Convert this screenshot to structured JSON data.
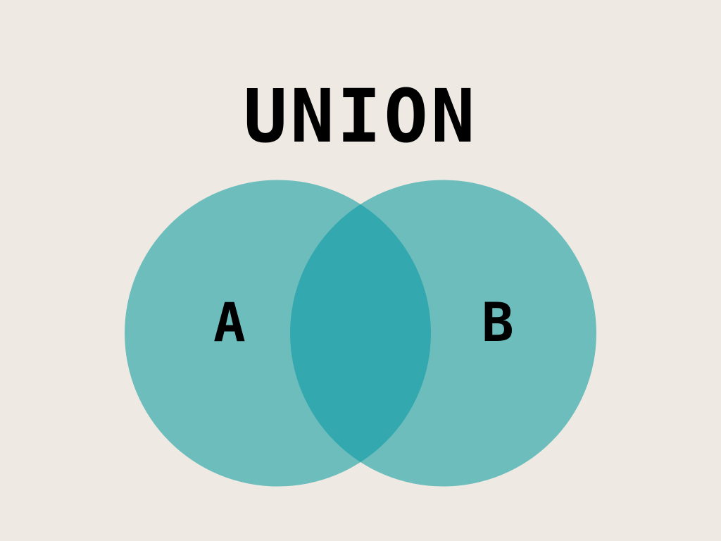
{
  "title": "UNION",
  "sets": [
    {
      "label": "A"
    },
    {
      "label": "B"
    }
  ],
  "colors": {
    "background": "#EEEAE3",
    "circle_fill": "#6DBDBD",
    "overlap_fill": "#33A8AE",
    "text": "#000000"
  }
}
